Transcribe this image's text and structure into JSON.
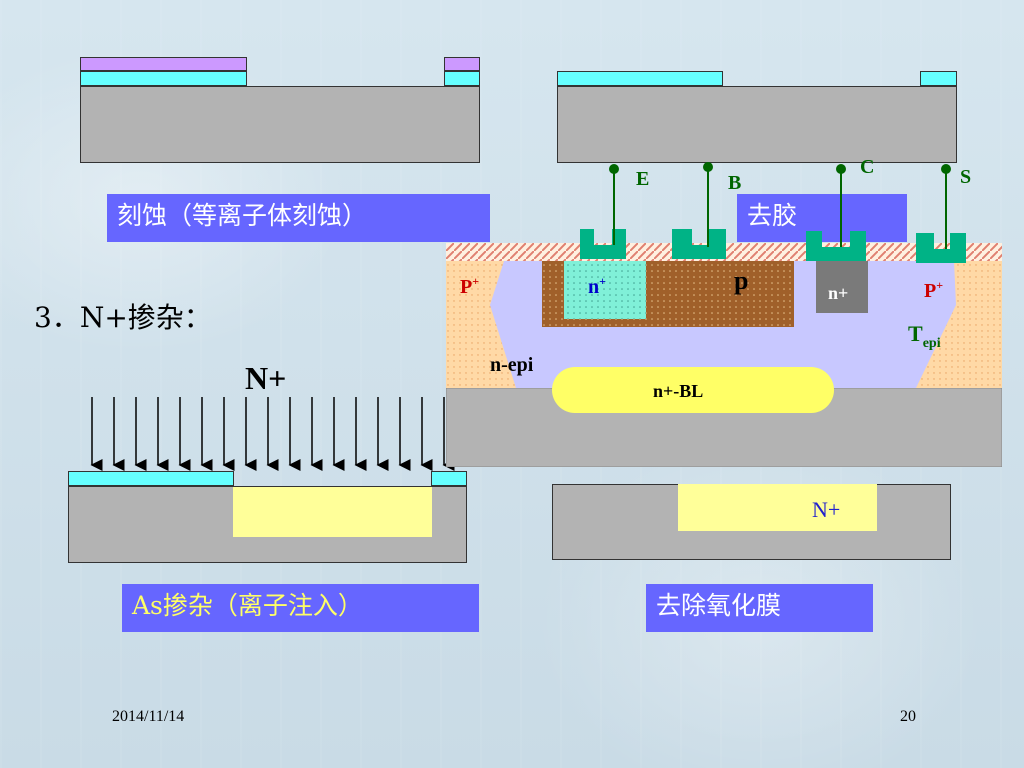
{
  "steps": {
    "etch_caption": "刻蚀（等离子体刻蚀）",
    "strip_caption": "去胶",
    "step3_title": "3．N+掺杂：",
    "implant_label": "N+",
    "implant_caption": "As掺杂（离子注入）",
    "remove_oxide_caption": "去除氧化膜",
    "buried_region_label": "N+"
  },
  "inset": {
    "terminals": [
      "E",
      "B",
      "C",
      "S"
    ],
    "p_plus_left": "P",
    "p_plus_right": "P",
    "plus_sup": "+",
    "emitter_label": "n",
    "base_label": "p",
    "collector_label": "n+",
    "epi_label": "n-epi",
    "tepi_main": "T",
    "tepi_sub": "epi",
    "buried_layer_label": "n+-BL"
  },
  "footer": {
    "date": "2014/11/14",
    "page": "20"
  },
  "colors": {
    "label_bg": "#6666ff",
    "oxide": "#66ffff",
    "photoresist": "#cc99ff",
    "substrate": "#b3b3b3",
    "implant": "#ffff99",
    "metal": "#00b386"
  }
}
